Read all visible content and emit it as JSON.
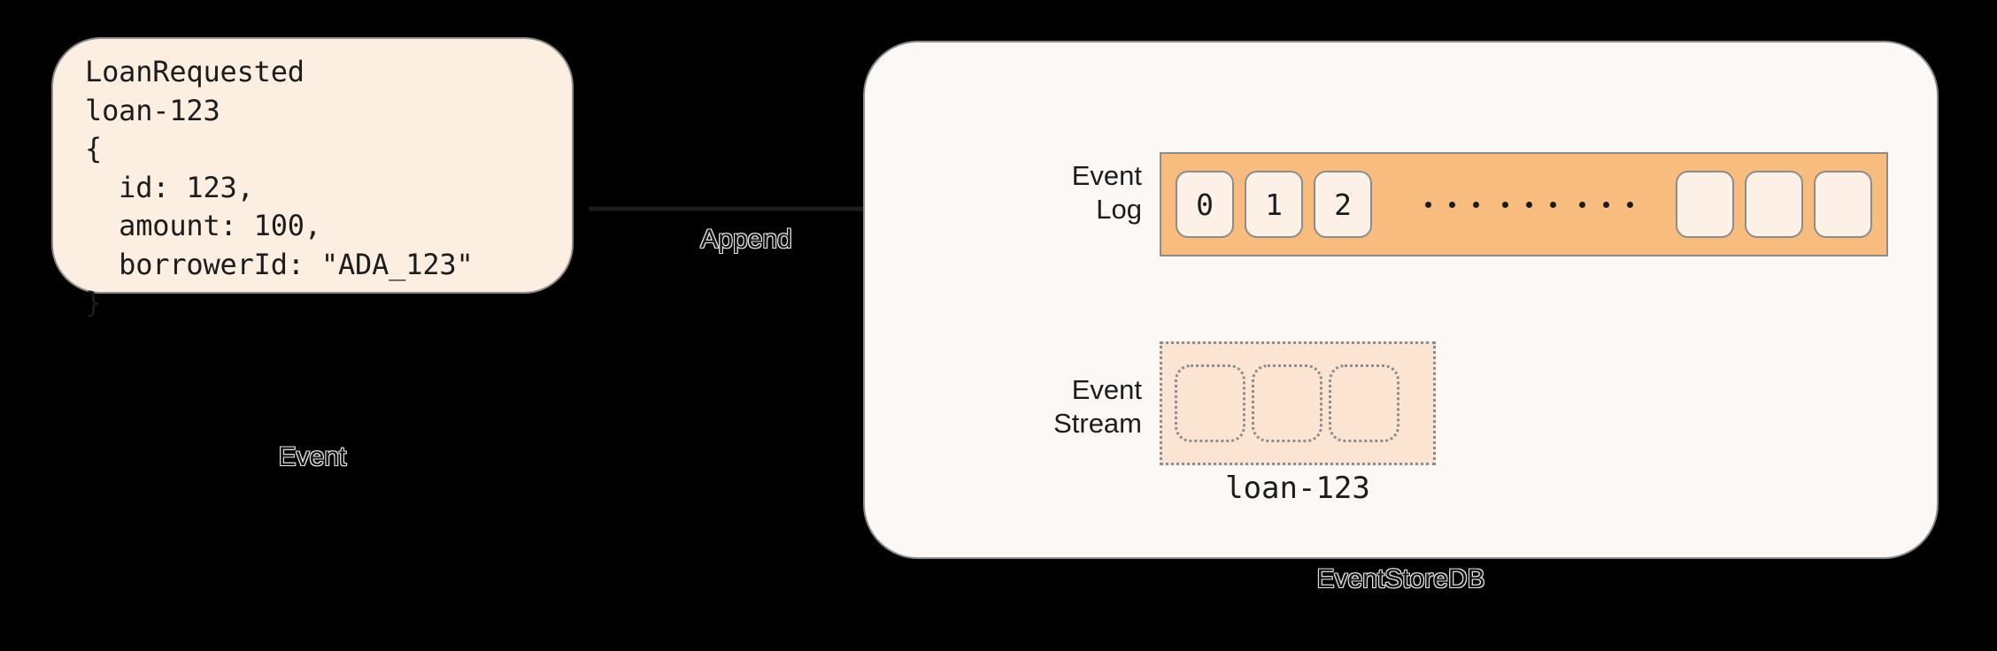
{
  "diagram": {
    "background_color": "#000000",
    "event_card": {
      "fill": "#FDEEE2",
      "border": "#8C8C8C",
      "body_text": "LoanRequested\nloan-123\n{\n  id: 123,\n  amount: 100,\n  borrowerId: \"ADA_123\"\n}",
      "caption": "Event"
    },
    "connector": {
      "label": "Append",
      "color": "#1C1C1C"
    },
    "store": {
      "fill": "#FBF8F5",
      "border": "#8C8C8C",
      "caption": "EventStoreDB",
      "event_log": {
        "label": "Event\nLog",
        "bar_fill": "#F8BC7E",
        "cell_fill": "#FDF1E7",
        "cells": [
          "0",
          "1",
          "2"
        ],
        "empty_cells": [
          "",
          "",
          ""
        ],
        "ellipsis_dot_groups": 3,
        "dots_per_group": 3
      },
      "event_stream": {
        "label": "Event\nStream",
        "fill": "#FBE5D2",
        "border": "#8C8C8C",
        "cells": [
          "",
          "",
          ""
        ],
        "stream_name": "loan-123"
      }
    }
  }
}
